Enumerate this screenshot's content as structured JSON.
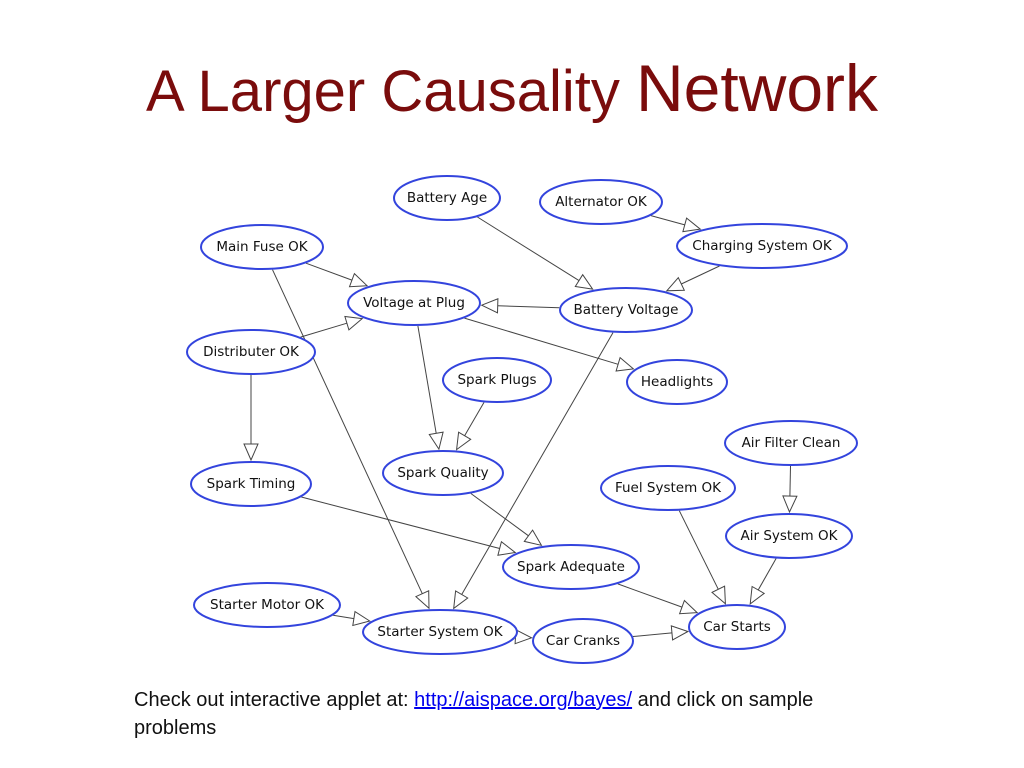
{
  "title": {
    "part1": "A Larger Causality ",
    "part2": "Network"
  },
  "nodes": [
    {
      "id": "battery_age",
      "label": "Battery Age"
    },
    {
      "id": "alternator_ok",
      "label": "Alternator OK"
    },
    {
      "id": "main_fuse_ok",
      "label": "Main Fuse OK"
    },
    {
      "id": "charging_system_ok",
      "label": "Charging System OK"
    },
    {
      "id": "voltage_at_plug",
      "label": "Voltage at Plug"
    },
    {
      "id": "battery_voltage",
      "label": "Battery Voltage"
    },
    {
      "id": "distributer_ok",
      "label": "Distributer OK"
    },
    {
      "id": "spark_plugs",
      "label": "Spark Plugs"
    },
    {
      "id": "headlights",
      "label": "Headlights"
    },
    {
      "id": "air_filter_clean",
      "label": "Air Filter Clean"
    },
    {
      "id": "spark_quality",
      "label": "Spark Quality"
    },
    {
      "id": "spark_timing",
      "label": "Spark Timing"
    },
    {
      "id": "fuel_system_ok",
      "label": "Fuel System OK"
    },
    {
      "id": "air_system_ok",
      "label": "Air System OK"
    },
    {
      "id": "spark_adequate",
      "label": "Spark Adequate"
    },
    {
      "id": "starter_motor_ok",
      "label": "Starter Motor OK"
    },
    {
      "id": "car_starts",
      "label": "Car Starts"
    },
    {
      "id": "starter_system_ok",
      "label": "Starter System OK"
    },
    {
      "id": "car_cranks",
      "label": "Car Cranks"
    }
  ],
  "edges": [
    [
      "main_fuse_ok",
      "voltage_at_plug"
    ],
    [
      "main_fuse_ok",
      "starter_system_ok"
    ],
    [
      "battery_age",
      "battery_voltage"
    ],
    [
      "alternator_ok",
      "charging_system_ok"
    ],
    [
      "charging_system_ok",
      "battery_voltage"
    ],
    [
      "battery_voltage",
      "voltage_at_plug"
    ],
    [
      "battery_voltage",
      "starter_system_ok"
    ],
    [
      "distributer_ok",
      "voltage_at_plug"
    ],
    [
      "distributer_ok",
      "spark_timing"
    ],
    [
      "voltage_at_plug",
      "headlights"
    ],
    [
      "voltage_at_plug",
      "spark_quality"
    ],
    [
      "spark_plugs",
      "spark_quality"
    ],
    [
      "spark_quality",
      "spark_adequate"
    ],
    [
      "spark_timing",
      "spark_adequate"
    ],
    [
      "spark_adequate",
      "car_starts"
    ],
    [
      "fuel_system_ok",
      "car_starts"
    ],
    [
      "air_filter_clean",
      "air_system_ok"
    ],
    [
      "air_system_ok",
      "car_starts"
    ],
    [
      "starter_motor_ok",
      "starter_system_ok"
    ],
    [
      "starter_system_ok",
      "car_cranks"
    ],
    [
      "car_cranks",
      "car_starts"
    ]
  ],
  "footer": {
    "text_before": "Check out interactive applet at: ",
    "link_text": "http://aispace.org/bayes/",
    "text_after": " and click on sample problems"
  }
}
